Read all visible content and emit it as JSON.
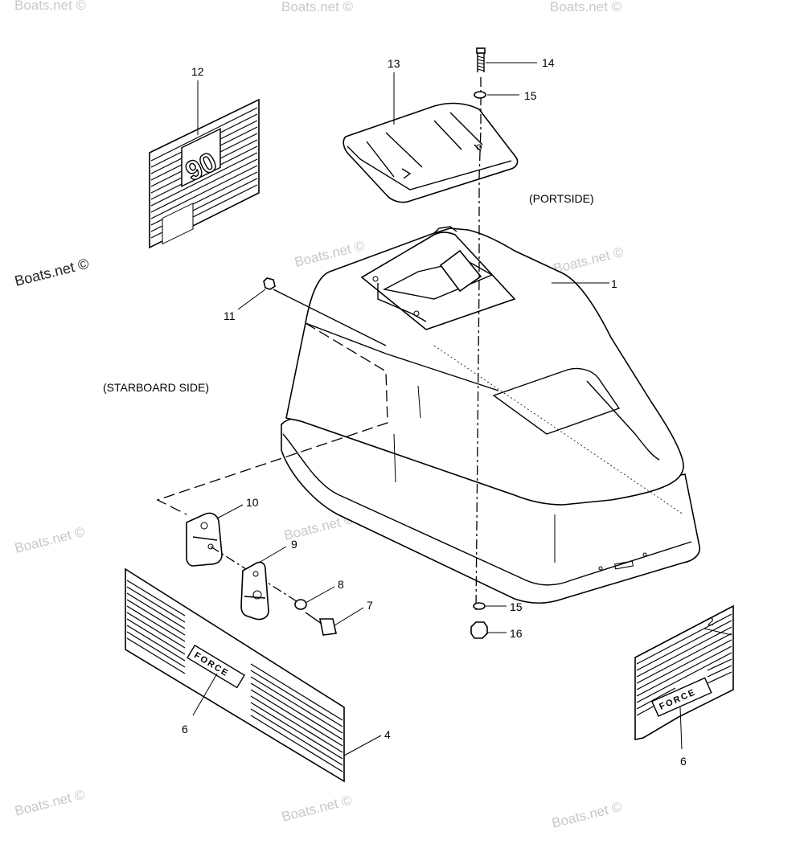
{
  "labels": {
    "portside": "(PORTSIDE)",
    "starboard": "(STARBOARD SIDE)"
  },
  "parts": [
    {
      "id": "1",
      "desc": "cowl"
    },
    {
      "id": "2",
      "desc": "decal"
    },
    {
      "id": "4",
      "desc": "decal"
    },
    {
      "id": "6",
      "desc": "decal-logo"
    },
    {
      "id": "6",
      "desc": "decal-logo"
    },
    {
      "id": "7",
      "desc": "screw"
    },
    {
      "id": "8",
      "desc": "washer"
    },
    {
      "id": "9",
      "desc": "bracket"
    },
    {
      "id": "10",
      "desc": "latch"
    },
    {
      "id": "11",
      "desc": "screw"
    },
    {
      "id": "12",
      "desc": "decal"
    },
    {
      "id": "13",
      "desc": "cover"
    },
    {
      "id": "14",
      "desc": "screw"
    },
    {
      "id": "15",
      "desc": "washer"
    },
    {
      "id": "15",
      "desc": "washer"
    },
    {
      "id": "16",
      "desc": "nut"
    }
  ],
  "logo_text": "FORCE",
  "decal_12_text": "90",
  "watermark": {
    "text": "Boats.net ©"
  }
}
